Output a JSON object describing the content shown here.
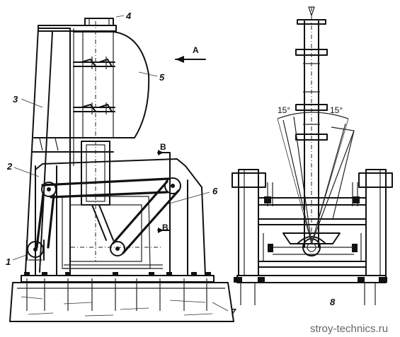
{
  "labels": {
    "n1": "1",
    "n2": "2",
    "n3": "3",
    "n4": "4",
    "n5": "5",
    "n6": "6",
    "n7": "7",
    "n8": "8"
  },
  "view_marks": {
    "arrow_a": "A",
    "section_b_top": "B",
    "section_b_bottom": "B"
  },
  "angles": {
    "left": "15°",
    "right": "15°"
  },
  "watermark": "stroy-technics.ru"
}
